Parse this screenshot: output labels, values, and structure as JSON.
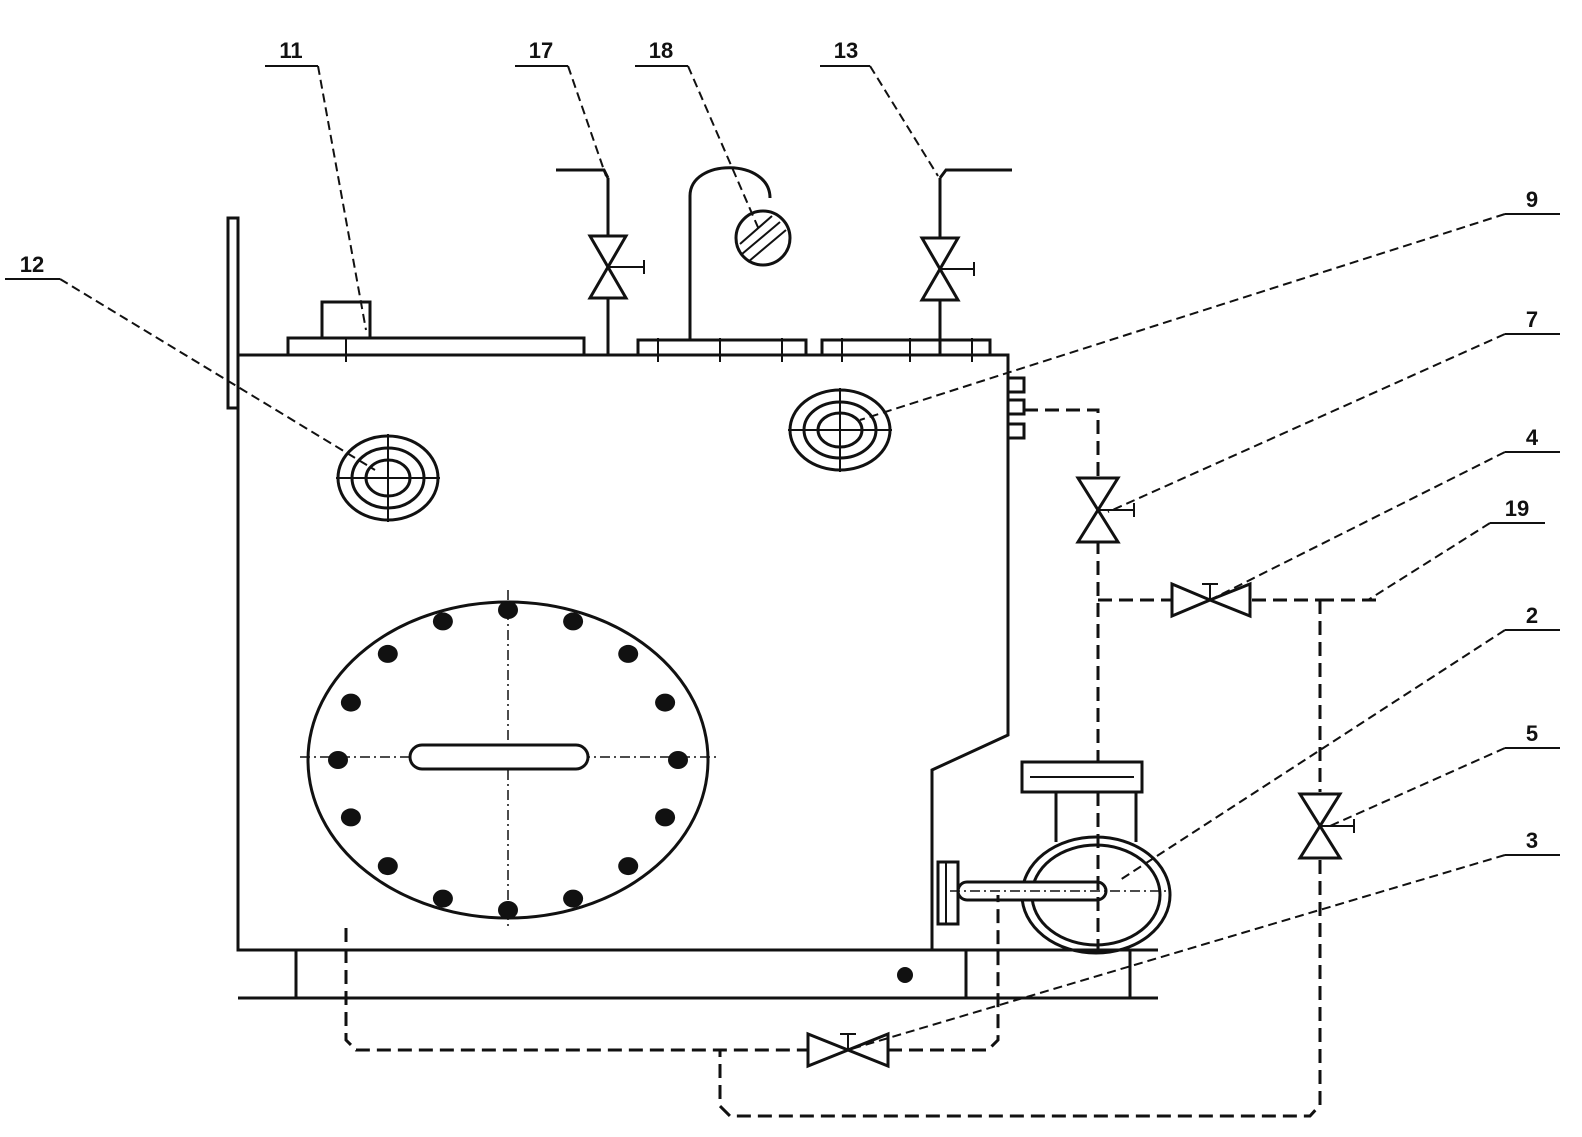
{
  "labels": {
    "l11": "11",
    "l17": "17",
    "l18": "18",
    "l13": "13",
    "l9": "9",
    "l12": "12",
    "l7": "7",
    "l4": "4",
    "l19": "19",
    "l2": "2",
    "l5": "5",
    "l3": "3"
  }
}
